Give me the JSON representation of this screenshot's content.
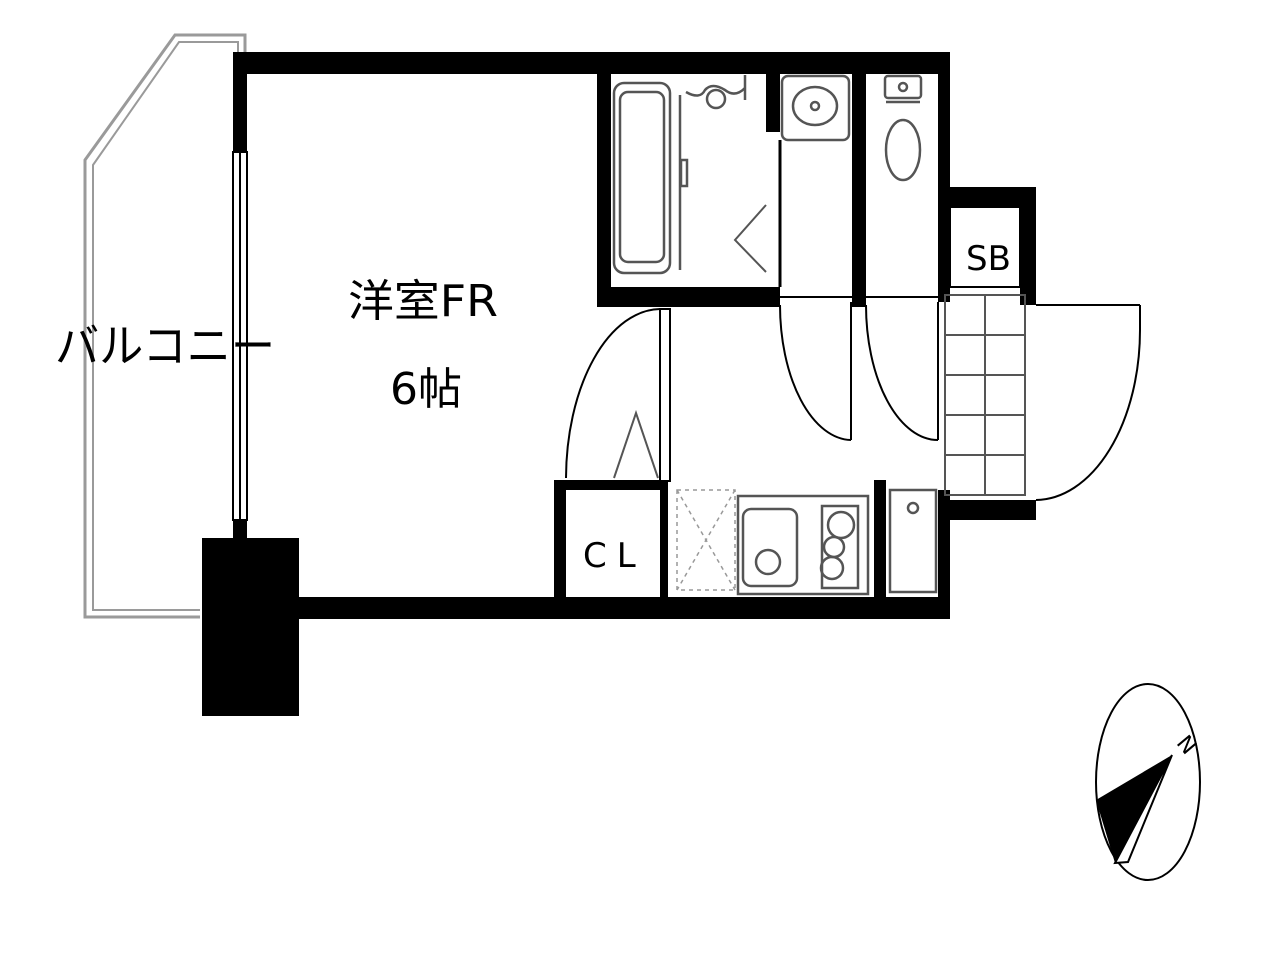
{
  "floor_plan": {
    "rooms": {
      "balcony": "バルコニー",
      "western_room_name": "洋室FR",
      "western_room_size": "6帖",
      "closet": "CL",
      "shoe_box": "SB"
    },
    "compass": {
      "north_label": "N"
    }
  },
  "colors": {
    "wall": "#000000",
    "background": "#ffffff",
    "fixture_line": "#555555",
    "dotted_line": "#999999"
  }
}
